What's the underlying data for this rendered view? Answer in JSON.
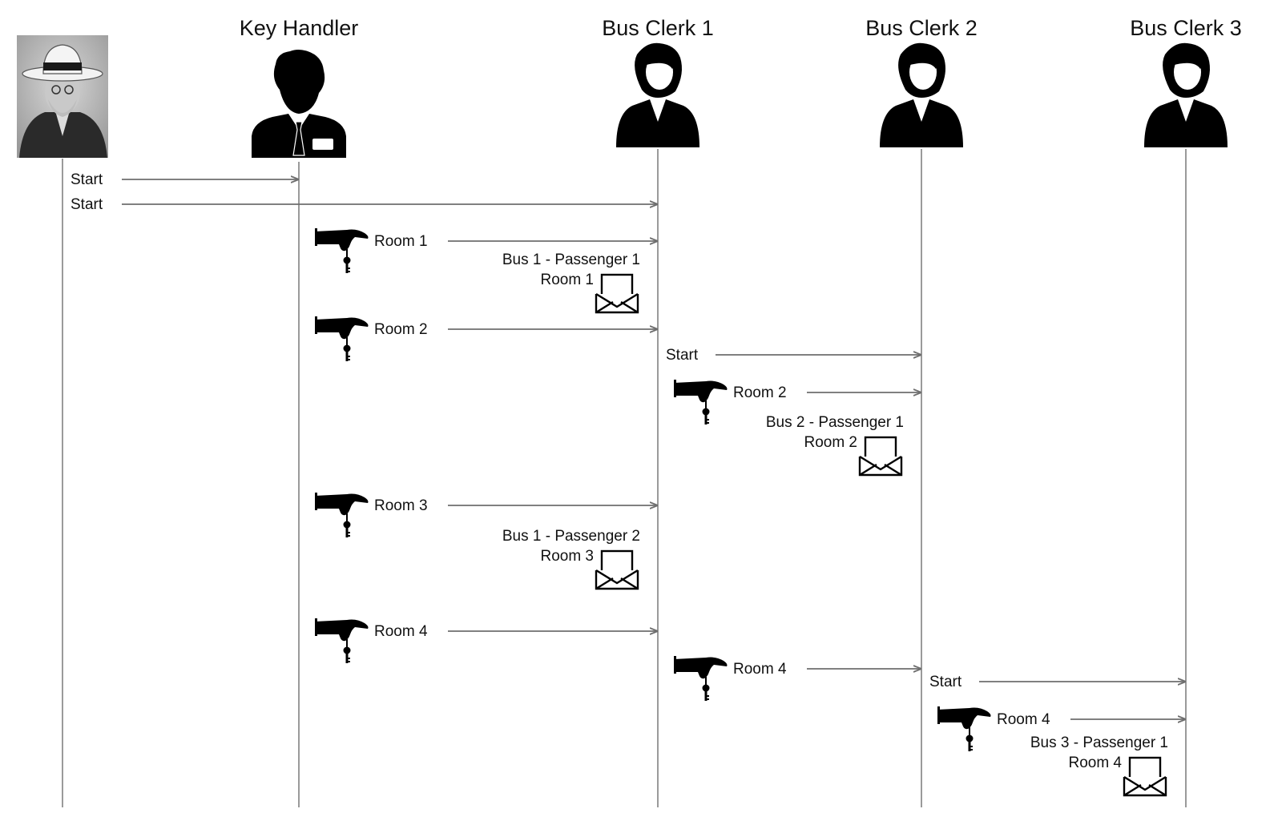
{
  "actors": [
    {
      "id": "hilbert",
      "name": "",
      "icon": "man-in-hat-portrait"
    },
    {
      "id": "key_handler",
      "name": "Key Handler",
      "icon": "person-with-badge-icon"
    },
    {
      "id": "bus_clerk_1",
      "name": "Bus Clerk 1",
      "icon": "woman-clerk-icon"
    },
    {
      "id": "bus_clerk_2",
      "name": "Bus Clerk 2",
      "icon": "woman-clerk-icon"
    },
    {
      "id": "bus_clerk_3",
      "name": "Bus Clerk 3",
      "icon": "woman-clerk-icon"
    }
  ],
  "messages": [
    {
      "from": "hilbert",
      "to": "key_handler",
      "label": "Start",
      "key_icon": false
    },
    {
      "from": "hilbert",
      "to": "bus_clerk_1",
      "label": "Start",
      "key_icon": false
    },
    {
      "from": "key_handler",
      "to": "bus_clerk_1",
      "label": "Room 1",
      "key_icon": true
    },
    {
      "from": "key_handler",
      "to": "bus_clerk_1",
      "label": "Room 2",
      "key_icon": true
    },
    {
      "from": "bus_clerk_1",
      "to": "bus_clerk_2",
      "label": "Start",
      "key_icon": false
    },
    {
      "from": "bus_clerk_1",
      "to": "bus_clerk_2",
      "label": "Room 2",
      "key_icon": true
    },
    {
      "from": "key_handler",
      "to": "bus_clerk_1",
      "label": "Room 3",
      "key_icon": true
    },
    {
      "from": "key_handler",
      "to": "bus_clerk_1",
      "label": "Room 4",
      "key_icon": true
    },
    {
      "from": "bus_clerk_1",
      "to": "bus_clerk_2",
      "label": "Room 4",
      "key_icon": true
    },
    {
      "from": "bus_clerk_2",
      "to": "bus_clerk_3",
      "label": "Start",
      "key_icon": false
    },
    {
      "from": "bus_clerk_2",
      "to": "bus_clerk_3",
      "label": "Room 4",
      "key_icon": true
    }
  ],
  "notes": [
    {
      "actor": "bus_clerk_1",
      "line1": "Bus 1 - Passenger 1",
      "line2": "Room 1",
      "icon": "envelope-icon"
    },
    {
      "actor": "bus_clerk_2",
      "line1": "Bus 2 - Passenger 1",
      "line2": "Room 2",
      "icon": "envelope-icon"
    },
    {
      "actor": "bus_clerk_1",
      "line1": "Bus 1 - Passenger 2",
      "line2": "Room 3",
      "icon": "envelope-icon"
    },
    {
      "actor": "bus_clerk_3",
      "line1": "Bus 3 - Passenger 1",
      "line2": "Room 4",
      "icon": "envelope-icon"
    }
  ]
}
